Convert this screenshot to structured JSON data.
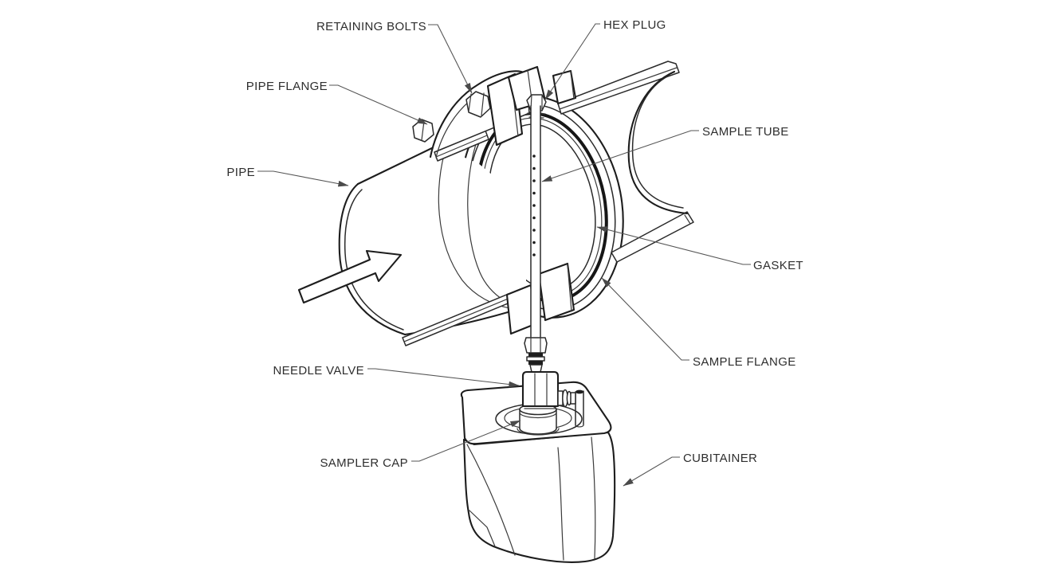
{
  "diagram": {
    "kind": "technical-illustration",
    "colors": {
      "background": "#ffffff",
      "line": "#1d1d1d",
      "label_text": "#2e2e2e",
      "leader_line": "#555555"
    }
  },
  "labels": {
    "retaining_bolts": "RETAINING BOLTS",
    "pipe_flange": "PIPE FLANGE",
    "pipe": "PIPE",
    "hex_plug": "HEX PLUG",
    "sample_tube": "SAMPLE TUBE",
    "gasket": "GASKET",
    "sample_flange": "SAMPLE FLANGE",
    "needle_valve": "NEEDLE VALVE",
    "sampler_cap": "SAMPLER CAP",
    "cubitainer": "CUBITAINER"
  }
}
